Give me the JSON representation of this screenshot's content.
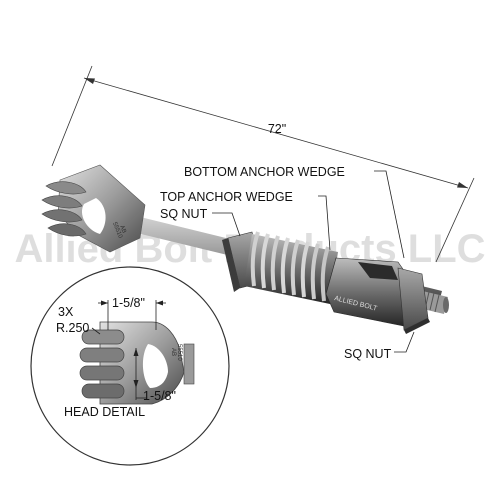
{
  "overall_length": "72\"",
  "callouts": {
    "bottom_wedge": "BOTTOM ANCHOR WEDGE",
    "top_wedge": "TOP ANCHOR WEDGE",
    "sq_nut_top": "SQ NUT",
    "sq_nut_bottom": "SQ NUT"
  },
  "engraving": "ALLIED BOLT",
  "head_stamp": [
    "AB",
    "55510"
  ],
  "head_detail": {
    "radius_count": "3X",
    "radius": "R.250",
    "dim_top": "1-5/8\"",
    "dim_bottom": "1-5/8\"",
    "title": "HEAD DETAIL"
  },
  "watermark": "Allied Bolt Products LLC",
  "colors": {
    "metal_light": "#c9c9c9",
    "metal_mid": "#8e8e8e",
    "metal_dark": "#3b3b3b",
    "line": "#222222"
  }
}
